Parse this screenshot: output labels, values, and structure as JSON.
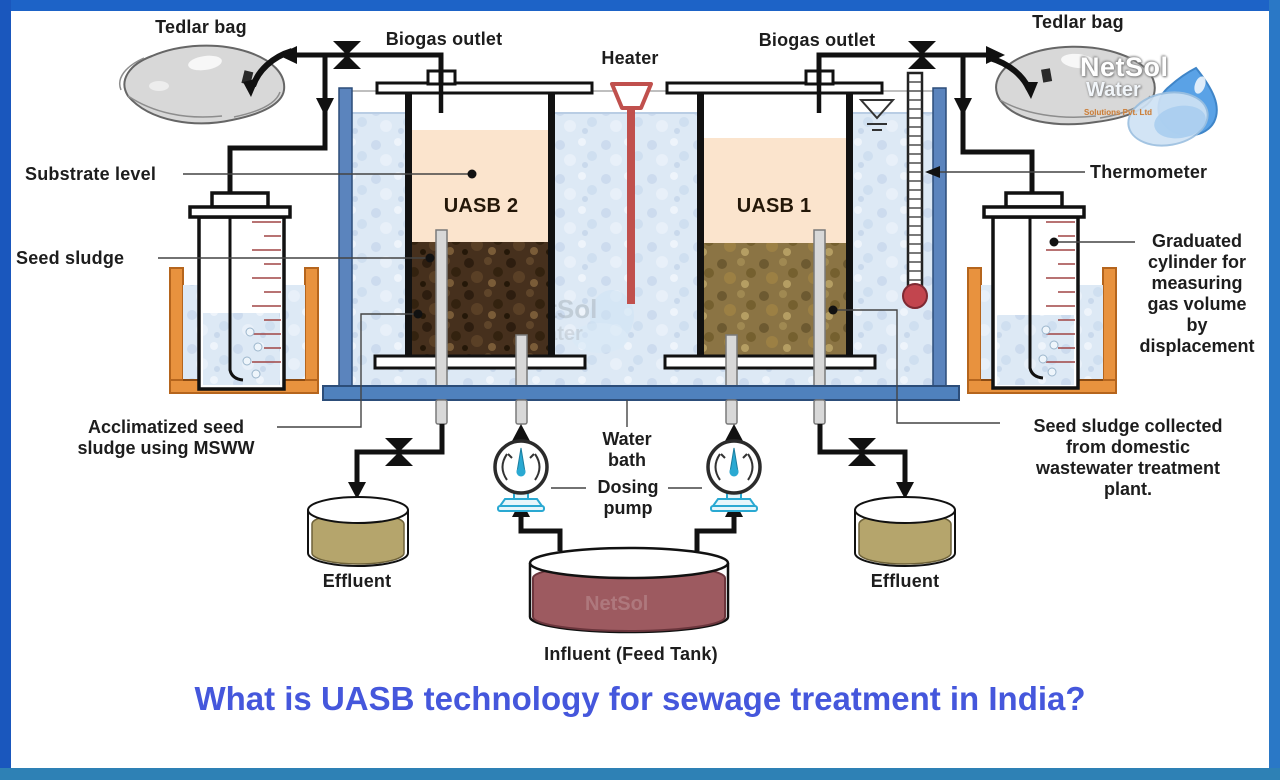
{
  "title": "What is UASB technology for sewage treatment in India?",
  "labels": {
    "tedlar_bag_left": "Tedlar bag",
    "tedlar_bag_right": "Tedlar bag",
    "biogas_outlet_left": "Biogas outlet",
    "biogas_outlet_right": "Biogas outlet",
    "heater": "Heater",
    "substrate_level": "Substrate level",
    "seed_sludge": "Seed sludge",
    "uasb2": "UASB 2",
    "uasb1": "UASB 1",
    "thermometer": "Thermometer",
    "effluent_left": "Effluent",
    "effluent_right": "Effluent",
    "influent": "Influent (Feed Tank)",
    "water_bath_lines": [
      "Water",
      "bath"
    ],
    "dosing_pump_lines": [
      "Dosing",
      "pump"
    ],
    "acclimatized_lines": [
      "Acclimatized seed",
      "sludge using MSWW"
    ],
    "graduated_lines": [
      "Graduated",
      "cylinder for",
      "measuring",
      "gas volume",
      "by",
      "displacement"
    ],
    "collected_lines": [
      "Seed sludge collected",
      "from domestic",
      "wastewater treatment",
      "plant."
    ]
  },
  "logo": {
    "name": "NetSol",
    "sub": "Water",
    "tagline": "Solutions Pvt. Ltd"
  },
  "watermark": {
    "line1": "NetSol",
    "line2": "Water",
    "influent_mark": "NetSol"
  },
  "colors": {
    "title_blue": "#4557dc",
    "frame_blue": "#1d63c7",
    "frame_bottom": "#2e81b5",
    "bath_wall": "#4f81bd",
    "bath_water": "#dde9f5",
    "substrate_peach": "#fbe4cd",
    "sludge_dark": "#46301d",
    "sludge_tan": "#8b7444",
    "tub_orange": "#e8923e",
    "heater_red": "#c0504d",
    "thermometer_bulb": "#c2454e",
    "pump_cyan": "#2aa9d2",
    "effluent_liquid": "#b5a56c",
    "influent_liquid": "#9d5a60",
    "bag_gray": "#d8d8d8"
  }
}
